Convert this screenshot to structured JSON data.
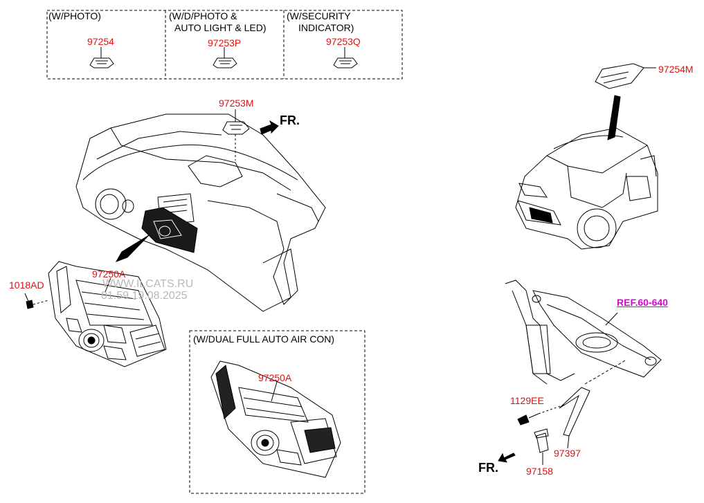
{
  "variants": {
    "photo": "(W/PHOTO)",
    "dphoto_line1": "(W/D/PHOTO &",
    "dphoto_line2": "AUTO LIGHT & LED)",
    "security_line1": "(W/SECURITY",
    "security_line2": "INDICATOR)",
    "dual_air": "(W/DUAL FULL AUTO AIR CON)"
  },
  "parts": {
    "p97254": "97254",
    "p97253P": "97253P",
    "p97253Q": "97253Q",
    "p97253M": "97253M",
    "p97254M": "97254M",
    "p97250A_main": "97250A",
    "p97250A_dual": "97250A",
    "p1018AD": "1018AD",
    "p1129EE": "1129EE",
    "p97397": "97397",
    "p97158": "97158"
  },
  "reference": "REF.60-640",
  "direction": {
    "fr_top": "FR.",
    "fr_bottom": "FR."
  },
  "watermark": {
    "line1": "WWW.ILCATS.RU",
    "line2": "01.59 19.08.2025"
  },
  "colors": {
    "part_label": "#e01010",
    "reference": "#e000e0",
    "line": "#000000"
  }
}
